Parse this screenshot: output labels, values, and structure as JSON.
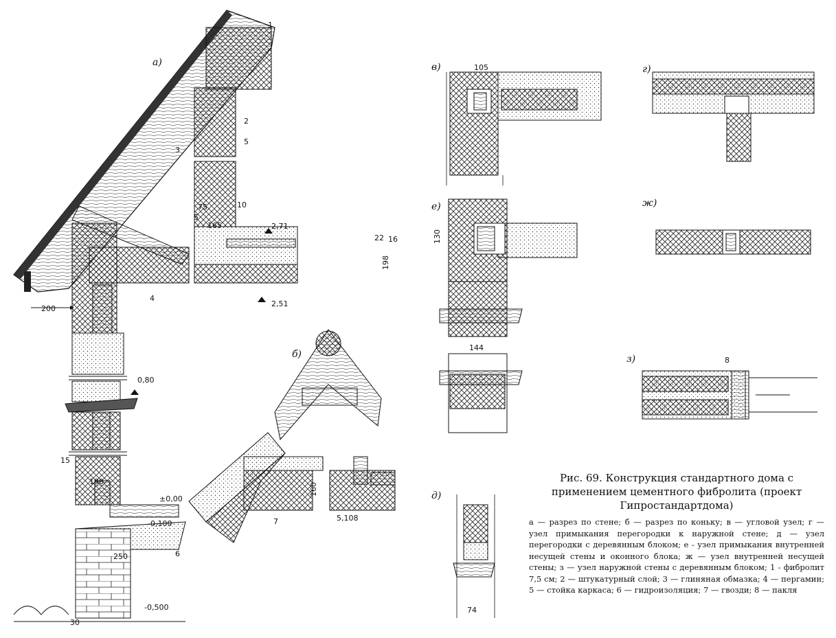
{
  "caption": {
    "title": "Рис. 69. Конструкция стандартного дома с применением цементного фибролита (проект Гипростандартдома)",
    "legend": "а — разрез по стене; б — разрез по коньку; в — угловой узел; г — узел примыкания перегородки к наружной стене; д — узел перегородки с деревянным блоком; е - узел примыкания внутренней несущей стены и оконного блока; ж — узел внутренней несущей стены; з — узел наружной стены с деревянным блоком; 1 - фибролит 7,5 см; 2 — штукатурный слой; 3 — глиняная обмазка; 4 — пергамин; 5 — стойка каркаса; 6 — гидроизоляция; 7 — гвозди; 8 — пакля"
  },
  "panels": {
    "a": "а)",
    "b": "б)",
    "v": "в)",
    "g": "г)",
    "d": "д)",
    "e": "е)",
    "zh": "ж)",
    "z": "з)"
  },
  "marks": {
    "m271": "2,71",
    "m251": "2,51",
    "m080": "0,80",
    "m000": "±0,00",
    "m0100": "-0,100",
    "m0500": "-0,500",
    "m5108": "5,108"
  },
  "dims": {
    "d200": "200",
    "d165": "165",
    "d75": "75",
    "d5": "5",
    "d10": "10",
    "d15": "15",
    "d190": "190",
    "d250": "250",
    "d30": "30",
    "d198": "198",
    "d22": "22",
    "d16": "16",
    "d160": "160",
    "d105": "105",
    "d130": "130",
    "d144": "144",
    "d74": "74"
  },
  "callouts": [
    "1",
    "2",
    "3",
    "4",
    "5",
    "6",
    "7",
    "8"
  ]
}
